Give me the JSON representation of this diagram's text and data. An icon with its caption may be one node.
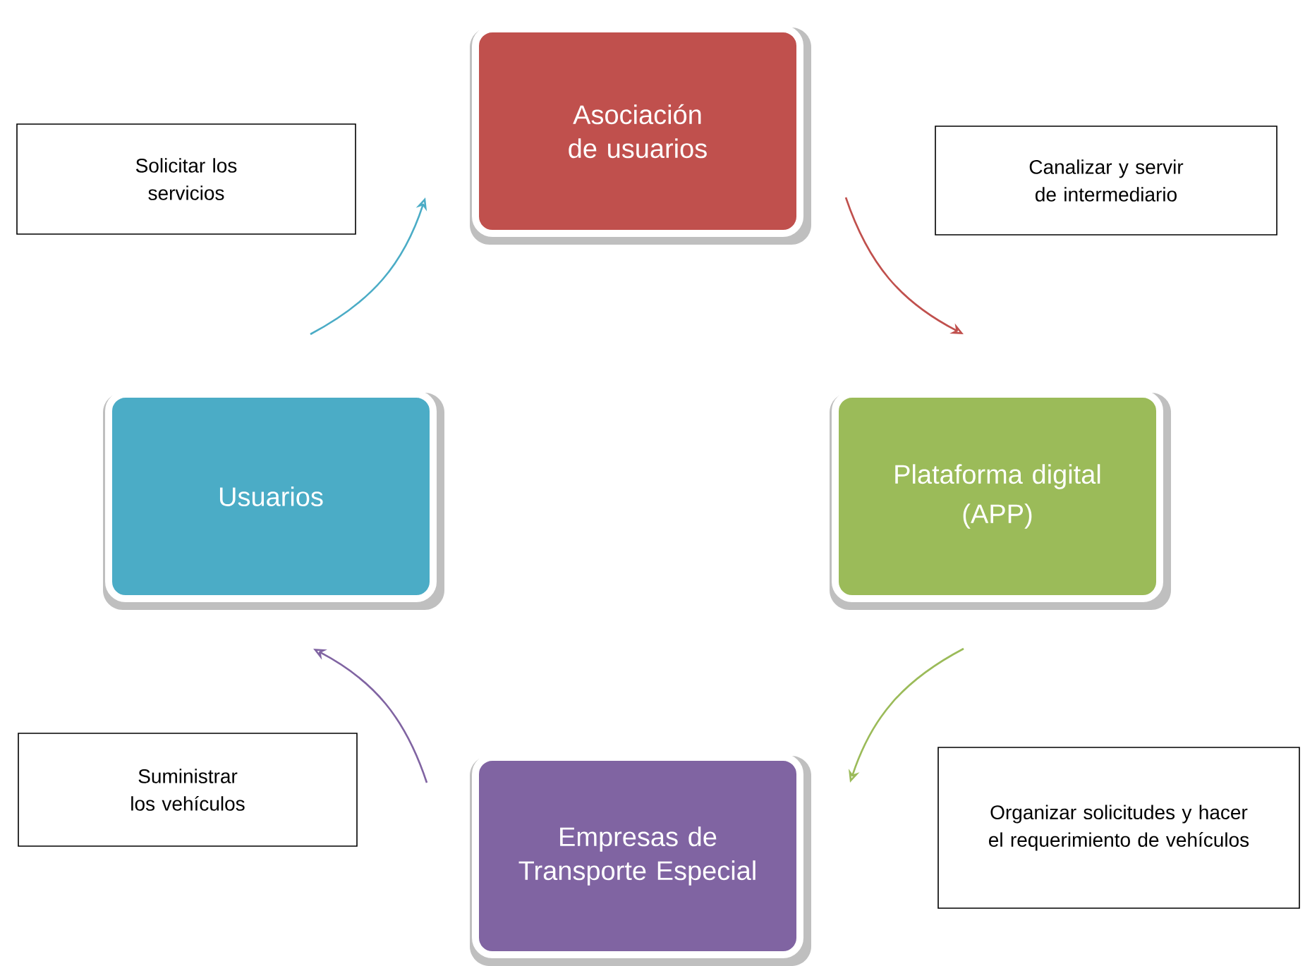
{
  "diagram": {
    "nodes": [
      {
        "text": [
          "Asociación de usuarios"
        ]
      },
      {
        "text": [
          "Plataforma digital",
          "(APP)"
        ]
      },
      {
        "text": [
          "Empresas de Transporte Especial"
        ]
      },
      {
        "text": [
          "Usuarios"
        ]
      },
      {
        "text": [
          "Solicitar los servicios"
        ]
      },
      {
        "text": [
          "Canalizar y servir de intermediario"
        ]
      },
      {
        "text": [
          "Organizar solicitudes y hacer el requerimiento de vehículos"
        ]
      },
      {
        "text": [
          "Suministrar los vehículos"
        ]
      }
    ],
    "edges": [
      {
        "from": 3,
        "to": 0,
        "arrow": "to",
        "color": "#4bacc6"
      },
      {
        "from": 0,
        "to": 1,
        "arrow": "to",
        "color": "#c0504d"
      },
      {
        "from": 1,
        "to": 2,
        "arrow": "to",
        "color": "#9bbb59"
      },
      {
        "from": 2,
        "to": 3,
        "arrow": "to",
        "color": "#8064a2"
      }
    ]
  }
}
